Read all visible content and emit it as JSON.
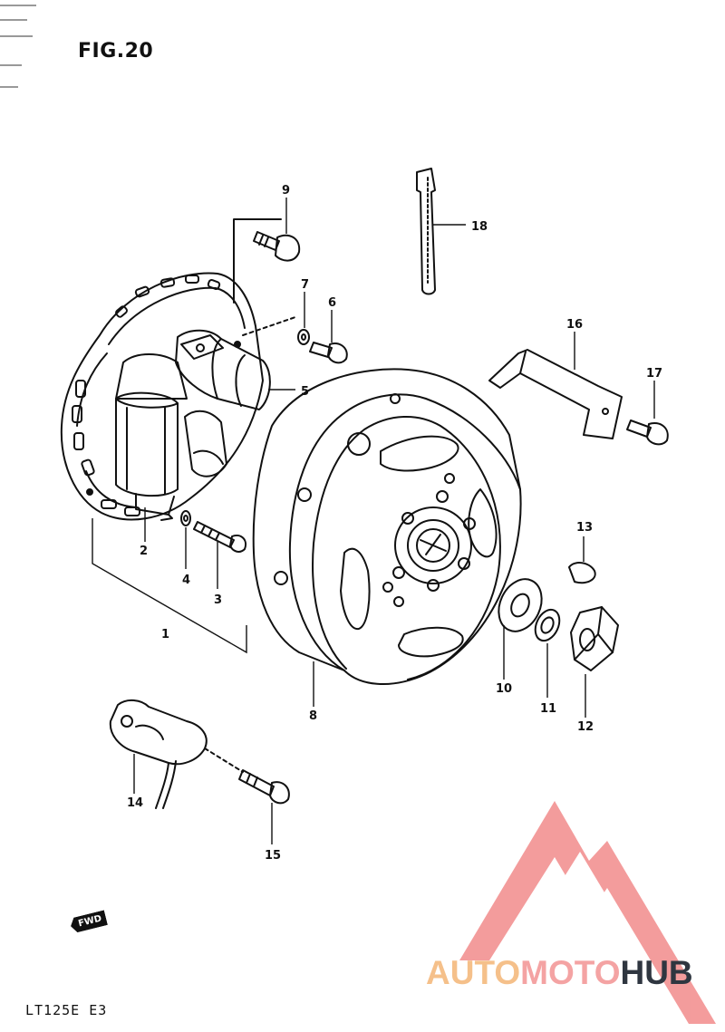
{
  "figure": {
    "title": "FIG.20",
    "model": "LT125E  E3",
    "fwd_label": "FWD"
  },
  "watermark": {
    "part1": "AUTO",
    "part2": "MOTO",
    "part3": "HUB",
    "colors": {
      "auto": "#f5c08a",
      "moto": "#f4a3a3",
      "hub": "#2f3640",
      "logo": "#f28b8b"
    }
  },
  "callouts": {
    "c1": "1",
    "c2": "2",
    "c3": "3",
    "c4": "4",
    "c5": "5",
    "c6": "6",
    "c7": "7",
    "c8": "8",
    "c9": "9",
    "c10": "10",
    "c11": "11",
    "c12": "12",
    "c13": "13",
    "c14": "14",
    "c15": "15",
    "c16": "16",
    "c17": "17",
    "c18": "18"
  }
}
